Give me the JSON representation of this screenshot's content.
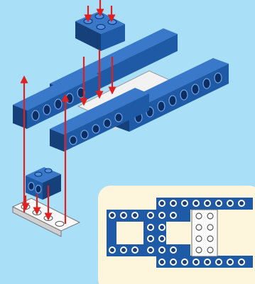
{
  "scene": {
    "background_color": "#a9dff7",
    "brick_color": "#1f5aa6",
    "plate_color": "#f7f7f7",
    "arrow_color": "#e02020",
    "inset_background": "#fdf6dc",
    "icons": [
      "lego-brick",
      "lego-plate",
      "assembly-arrow"
    ]
  }
}
